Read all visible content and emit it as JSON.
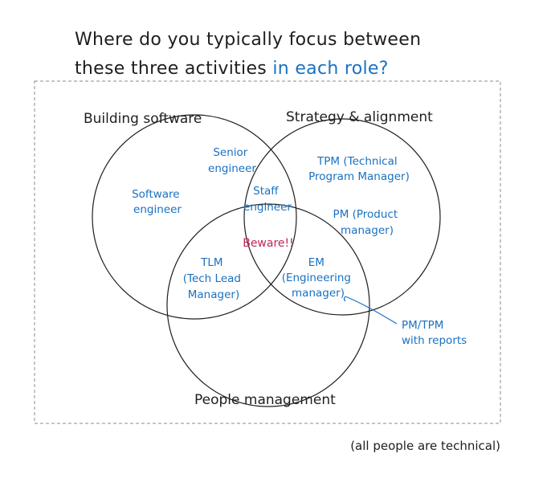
{
  "title": {
    "line1": "Where do you typically focus between",
    "line2_plain": "these three activities ",
    "line2_accent": "in each role?"
  },
  "circles": {
    "building": "Building software",
    "strategy": "Strategy & alignment",
    "people": "People management"
  },
  "roles": {
    "software_engineer": [
      "Software",
      "engineer"
    ],
    "senior_engineer": [
      "Senior",
      "engineer"
    ],
    "staff_engineer": [
      "Staff",
      "engineer"
    ],
    "tpm": [
      "TPM (Technical",
      "Program Manager)"
    ],
    "pm": [
      "PM (Product",
      "manager)"
    ],
    "tlm": [
      "TLM",
      "(Tech Lead",
      "Manager)"
    ],
    "em": [
      "EM",
      "(Engineering",
      "manager)"
    ],
    "pm_tpm_reports": [
      "PM/TPM",
      "with reports"
    ]
  },
  "center_warning": "Beware!!",
  "footnote": "(all people are technical)",
  "colors": {
    "ink": "#1e1e1e",
    "accent_blue": "#1971c2",
    "warning_pink": "#c2255c",
    "frame_gray": "#868e96"
  }
}
